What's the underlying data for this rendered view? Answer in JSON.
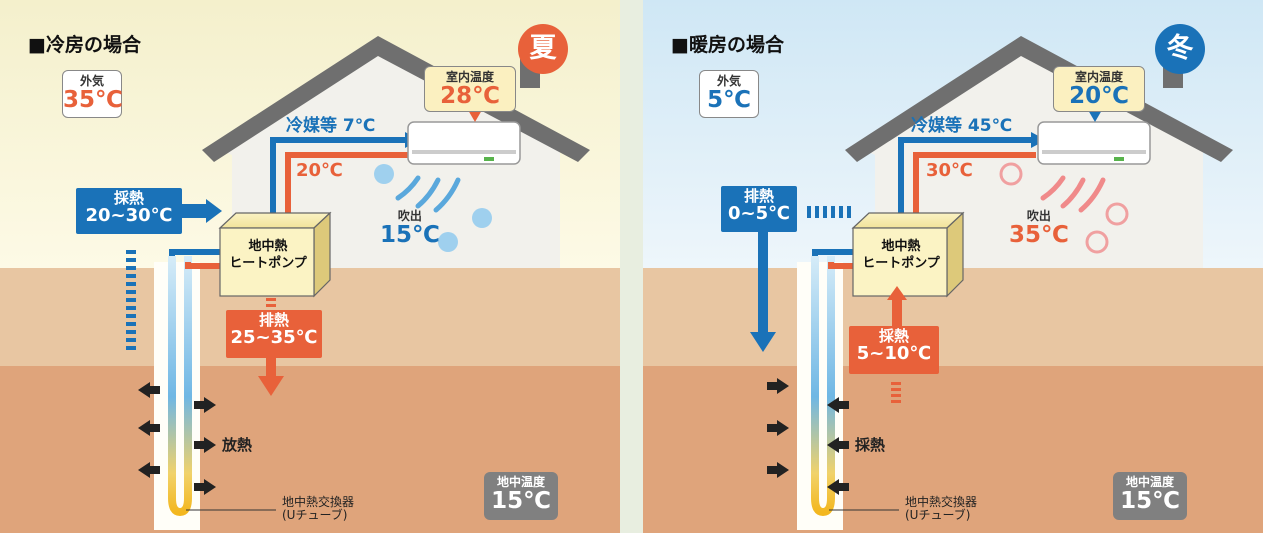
{
  "summer": {
    "title": "■冷房の場合",
    "season_badge": "夏",
    "outside": {
      "label": "外気",
      "temp": "35℃"
    },
    "indoor": {
      "label": "室内温度",
      "temp": "28℃"
    },
    "refrigerant": {
      "label": "冷媒等",
      "temp": "7℃"
    },
    "return_temp": "20℃",
    "outlet": {
      "label": "吹出",
      "temp": "15℃"
    },
    "heat_collect": {
      "label": "採熱",
      "range": "20~30℃"
    },
    "heat_pump": {
      "line1": "地中熱",
      "line2": "ヒートポンプ"
    },
    "heat_exhaust": {
      "label": "排熱",
      "range": "25~35℃"
    },
    "ground_action": "放熱",
    "exchanger": {
      "line1": "地中熱交換器",
      "line2": "(Uチューブ)"
    },
    "ground_temp": {
      "label": "地中温度",
      "temp": "15℃"
    }
  },
  "winter": {
    "title": "■暖房の場合",
    "season_badge": "冬",
    "outside": {
      "label": "外気",
      "temp": "5℃"
    },
    "indoor": {
      "label": "室内温度",
      "temp": "20℃"
    },
    "refrigerant": {
      "label": "冷媒等",
      "temp": "45℃"
    },
    "return_temp": "30℃",
    "outlet": {
      "label": "吹出",
      "temp": "35℃"
    },
    "heat_exhaust": {
      "label": "排熱",
      "range": "0~5℃"
    },
    "heat_pump": {
      "line1": "地中熱",
      "line2": "ヒートポンプ"
    },
    "heat_collect": {
      "label": "採熱",
      "range": "5~10℃"
    },
    "ground_action": "採熱",
    "exchanger": {
      "line1": "地中熱交換器",
      "line2": "(Uチューブ)"
    },
    "ground_temp": {
      "label": "地中温度",
      "temp": "15℃"
    }
  },
  "colors": {
    "blue": "#1a72b8",
    "orange": "#e8613a",
    "summer_sky": "#fbf6d5",
    "winter_sky": "#d9edf8",
    "soil_upper": "#e8c6a2",
    "soil_lower": "#e0a67c"
  }
}
